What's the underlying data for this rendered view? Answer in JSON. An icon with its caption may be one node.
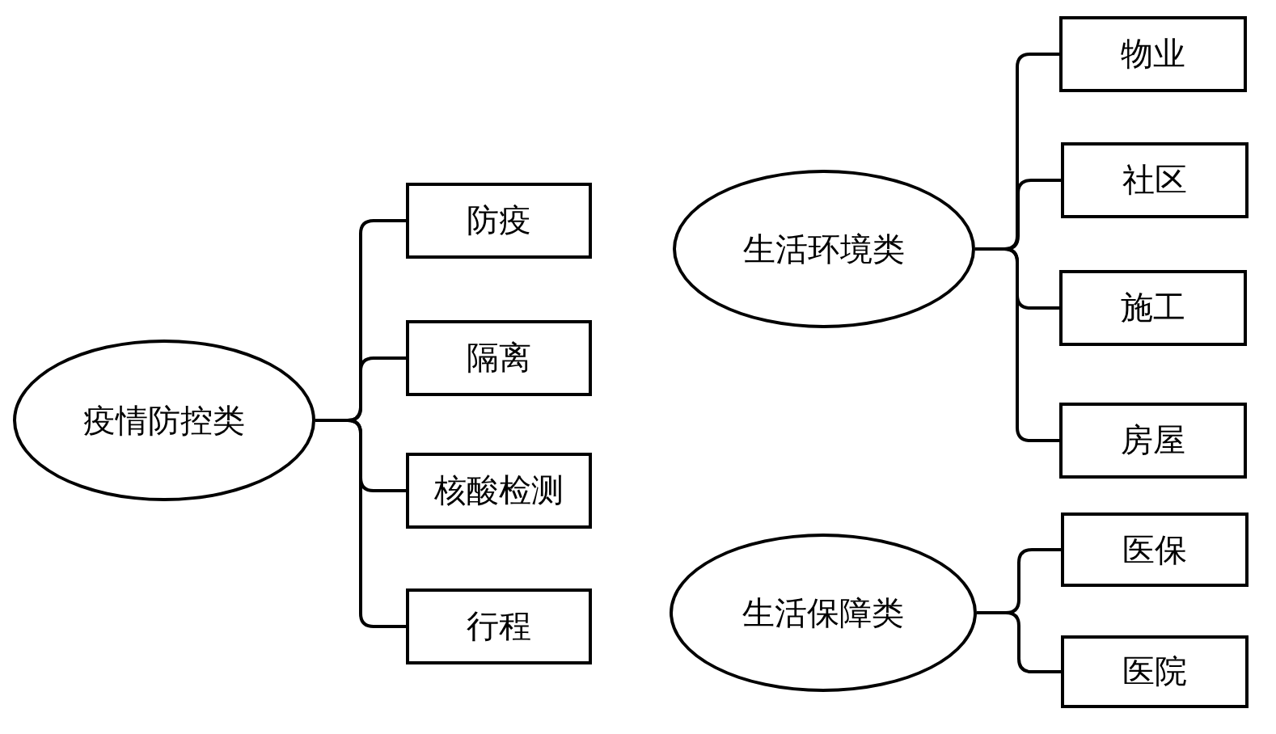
{
  "diagram": {
    "nodes": [
      {
        "text": [
          "疫情防控类"
        ]
      },
      {
        "text": [
          "防疫"
        ]
      },
      {
        "text": [
          "隔离"
        ]
      },
      {
        "text": [
          "核酸检测"
        ]
      },
      {
        "text": [
          "行程"
        ]
      },
      {
        "text": [
          "生活环境类"
        ]
      },
      {
        "text": [
          "物业"
        ]
      },
      {
        "text": [
          "社区"
        ]
      },
      {
        "text": [
          "施工"
        ]
      },
      {
        "text": [
          "房屋"
        ]
      },
      {
        "text": [
          "生活保障类"
        ]
      },
      {
        "text": [
          "医保"
        ]
      },
      {
        "text": [
          "医院"
        ]
      }
    ],
    "edges": [
      {
        "from": 0,
        "to": 1,
        "arrow": "none"
      },
      {
        "from": 0,
        "to": 2,
        "arrow": "none"
      },
      {
        "from": 0,
        "to": 3,
        "arrow": "none"
      },
      {
        "from": 0,
        "to": 4,
        "arrow": "none"
      },
      {
        "from": 5,
        "to": 6,
        "arrow": "none"
      },
      {
        "from": 5,
        "to": 7,
        "arrow": "none"
      },
      {
        "from": 5,
        "to": 8,
        "arrow": "none"
      },
      {
        "from": 5,
        "to": 9,
        "arrow": "none"
      },
      {
        "from": 10,
        "to": 11,
        "arrow": "none"
      },
      {
        "from": 10,
        "to": 12,
        "arrow": "none"
      }
    ]
  }
}
